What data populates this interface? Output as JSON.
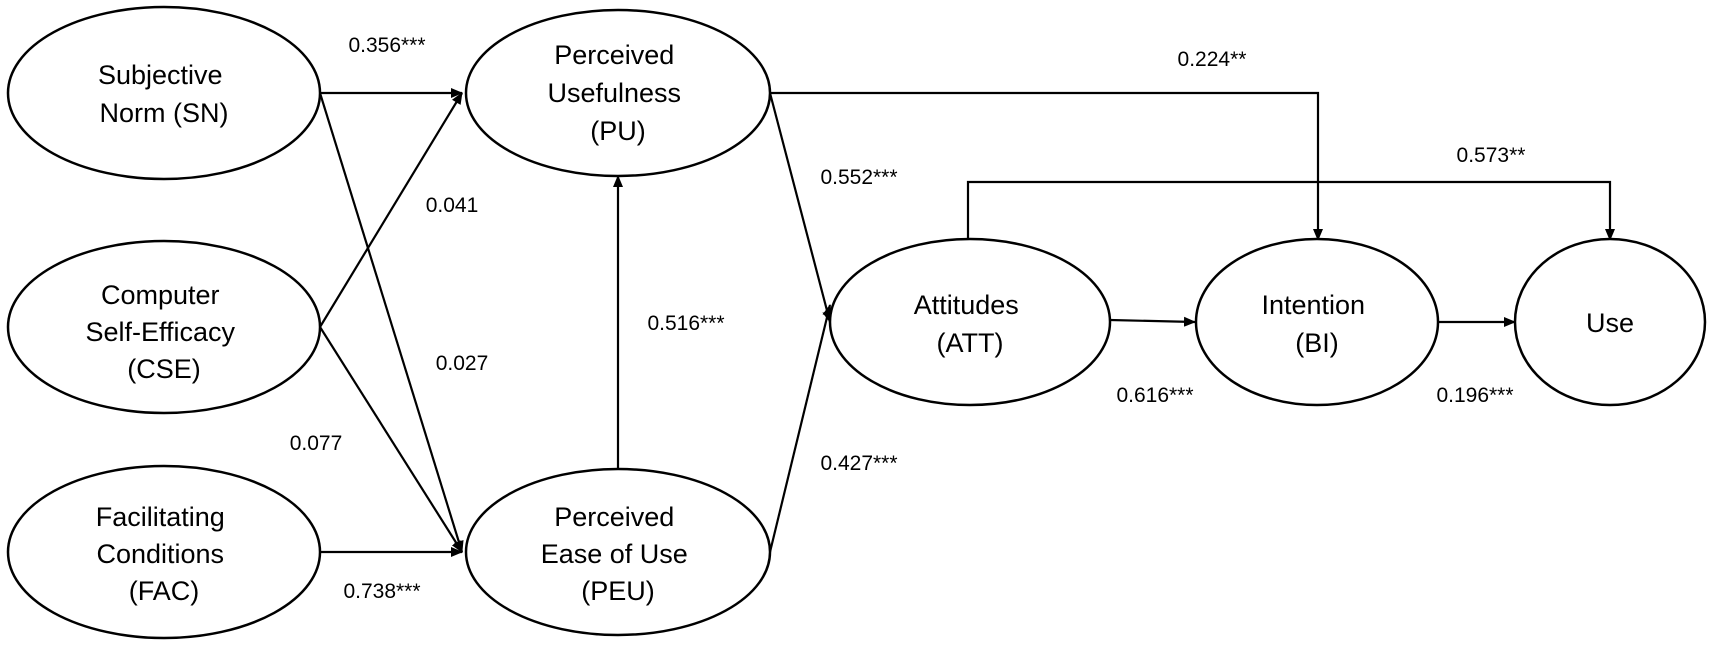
{
  "nodes": {
    "sn": {
      "lines": [
        "Subjective",
        "Norm (SN)"
      ]
    },
    "cse": {
      "lines": [
        "Computer",
        "Self-Efficacy",
        "(CSE)"
      ]
    },
    "fac": {
      "lines": [
        "Facilitating",
        "Conditions",
        "(FAC)"
      ]
    },
    "pu": {
      "lines": [
        "Perceived",
        "Usefulness",
        "(PU)"
      ]
    },
    "peu": {
      "lines": [
        "Perceived",
        "Ease of Use",
        "(PEU)"
      ]
    },
    "att": {
      "lines": [
        "Attitudes",
        "(ATT)"
      ]
    },
    "bi": {
      "lines": [
        "Intention",
        "(BI)"
      ]
    },
    "use": {
      "lines": [
        "Use"
      ]
    }
  },
  "edges": {
    "sn_pu": {
      "label": "0.356***"
    },
    "cse_pu": {
      "label": "0.041"
    },
    "sn_peu": {
      "label": "0.027"
    },
    "cse_peu": {
      "label": "0.077"
    },
    "fac_peu": {
      "label": "0.738***"
    },
    "peu_pu": {
      "label": "0.516***"
    },
    "pu_att": {
      "label": "0.552***"
    },
    "peu_att": {
      "label": "0.427***"
    },
    "pu_bi": {
      "label": "0.224**"
    },
    "att_use": {
      "label": "0.573**"
    },
    "att_bi": {
      "label": "0.616***"
    },
    "bi_use": {
      "label": "0.196***"
    }
  }
}
